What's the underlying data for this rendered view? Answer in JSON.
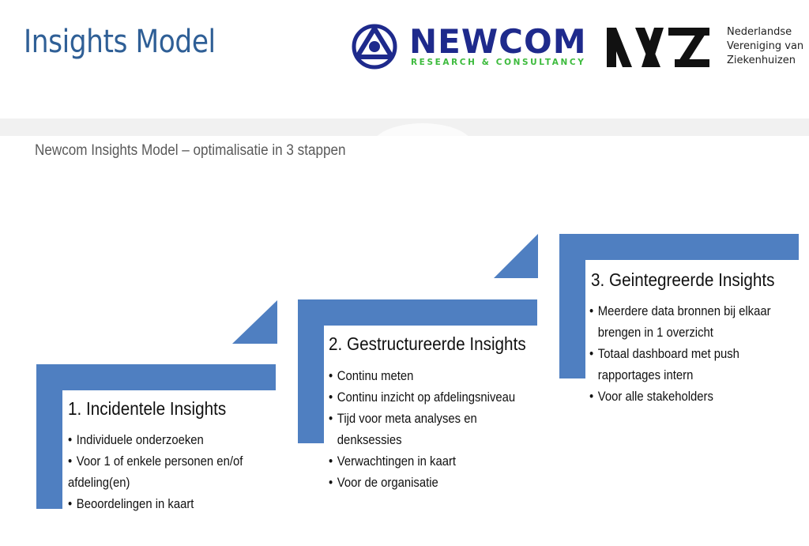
{
  "header": {
    "title": "Insights Model",
    "newcom": {
      "name": "NEWCOM",
      "tagline": "RESEARCH & CONSULTANCY"
    },
    "nvz": {
      "mark": "NVZ",
      "lines": [
        "Nederlandse",
        "Vereniging van",
        "Ziekenhuizen"
      ]
    }
  },
  "slide": {
    "subtitle": "Newcom Insights Model – optimalisatie in 3 stappen",
    "steps": [
      {
        "title": "1. Incidentele Insights",
        "bullets": [
          [
            "Individuele onderzoeken"
          ],
          [
            " Voor 1 of enkele personen en/of",
            "afdeling(en)"
          ],
          [
            "Beoordelingen in kaart"
          ]
        ]
      },
      {
        "title": "2. Gestructureerde Insights",
        "bullets": [
          [
            "Continu meten"
          ],
          [
            "Continu inzicht op afdelingsniveau"
          ],
          [
            "Tijd voor meta analyses en",
            "denksessies"
          ],
          [
            "Verwachtingen in kaart"
          ],
          [
            "Voor de organisatie"
          ]
        ]
      },
      {
        "title": "3. Geintegreerde Insights",
        "bullets": [
          [
            "Meerdere data bronnen bij elkaar",
            "brengen in 1 overzicht"
          ],
          [
            "Totaal dashboard met push",
            "rapportages intern"
          ],
          [
            "Voor alle stakeholders"
          ]
        ]
      }
    ]
  },
  "colors": {
    "title_blue": "#2f5f96",
    "bar_blue": "#4f7fc1",
    "newcom_navy": "#1e2a8c",
    "newcom_green": "#3dbb3d"
  },
  "icons": {
    "newcom": "newcom-ring-logo-icon",
    "nvz": "nvz-letter-mark-icon"
  }
}
